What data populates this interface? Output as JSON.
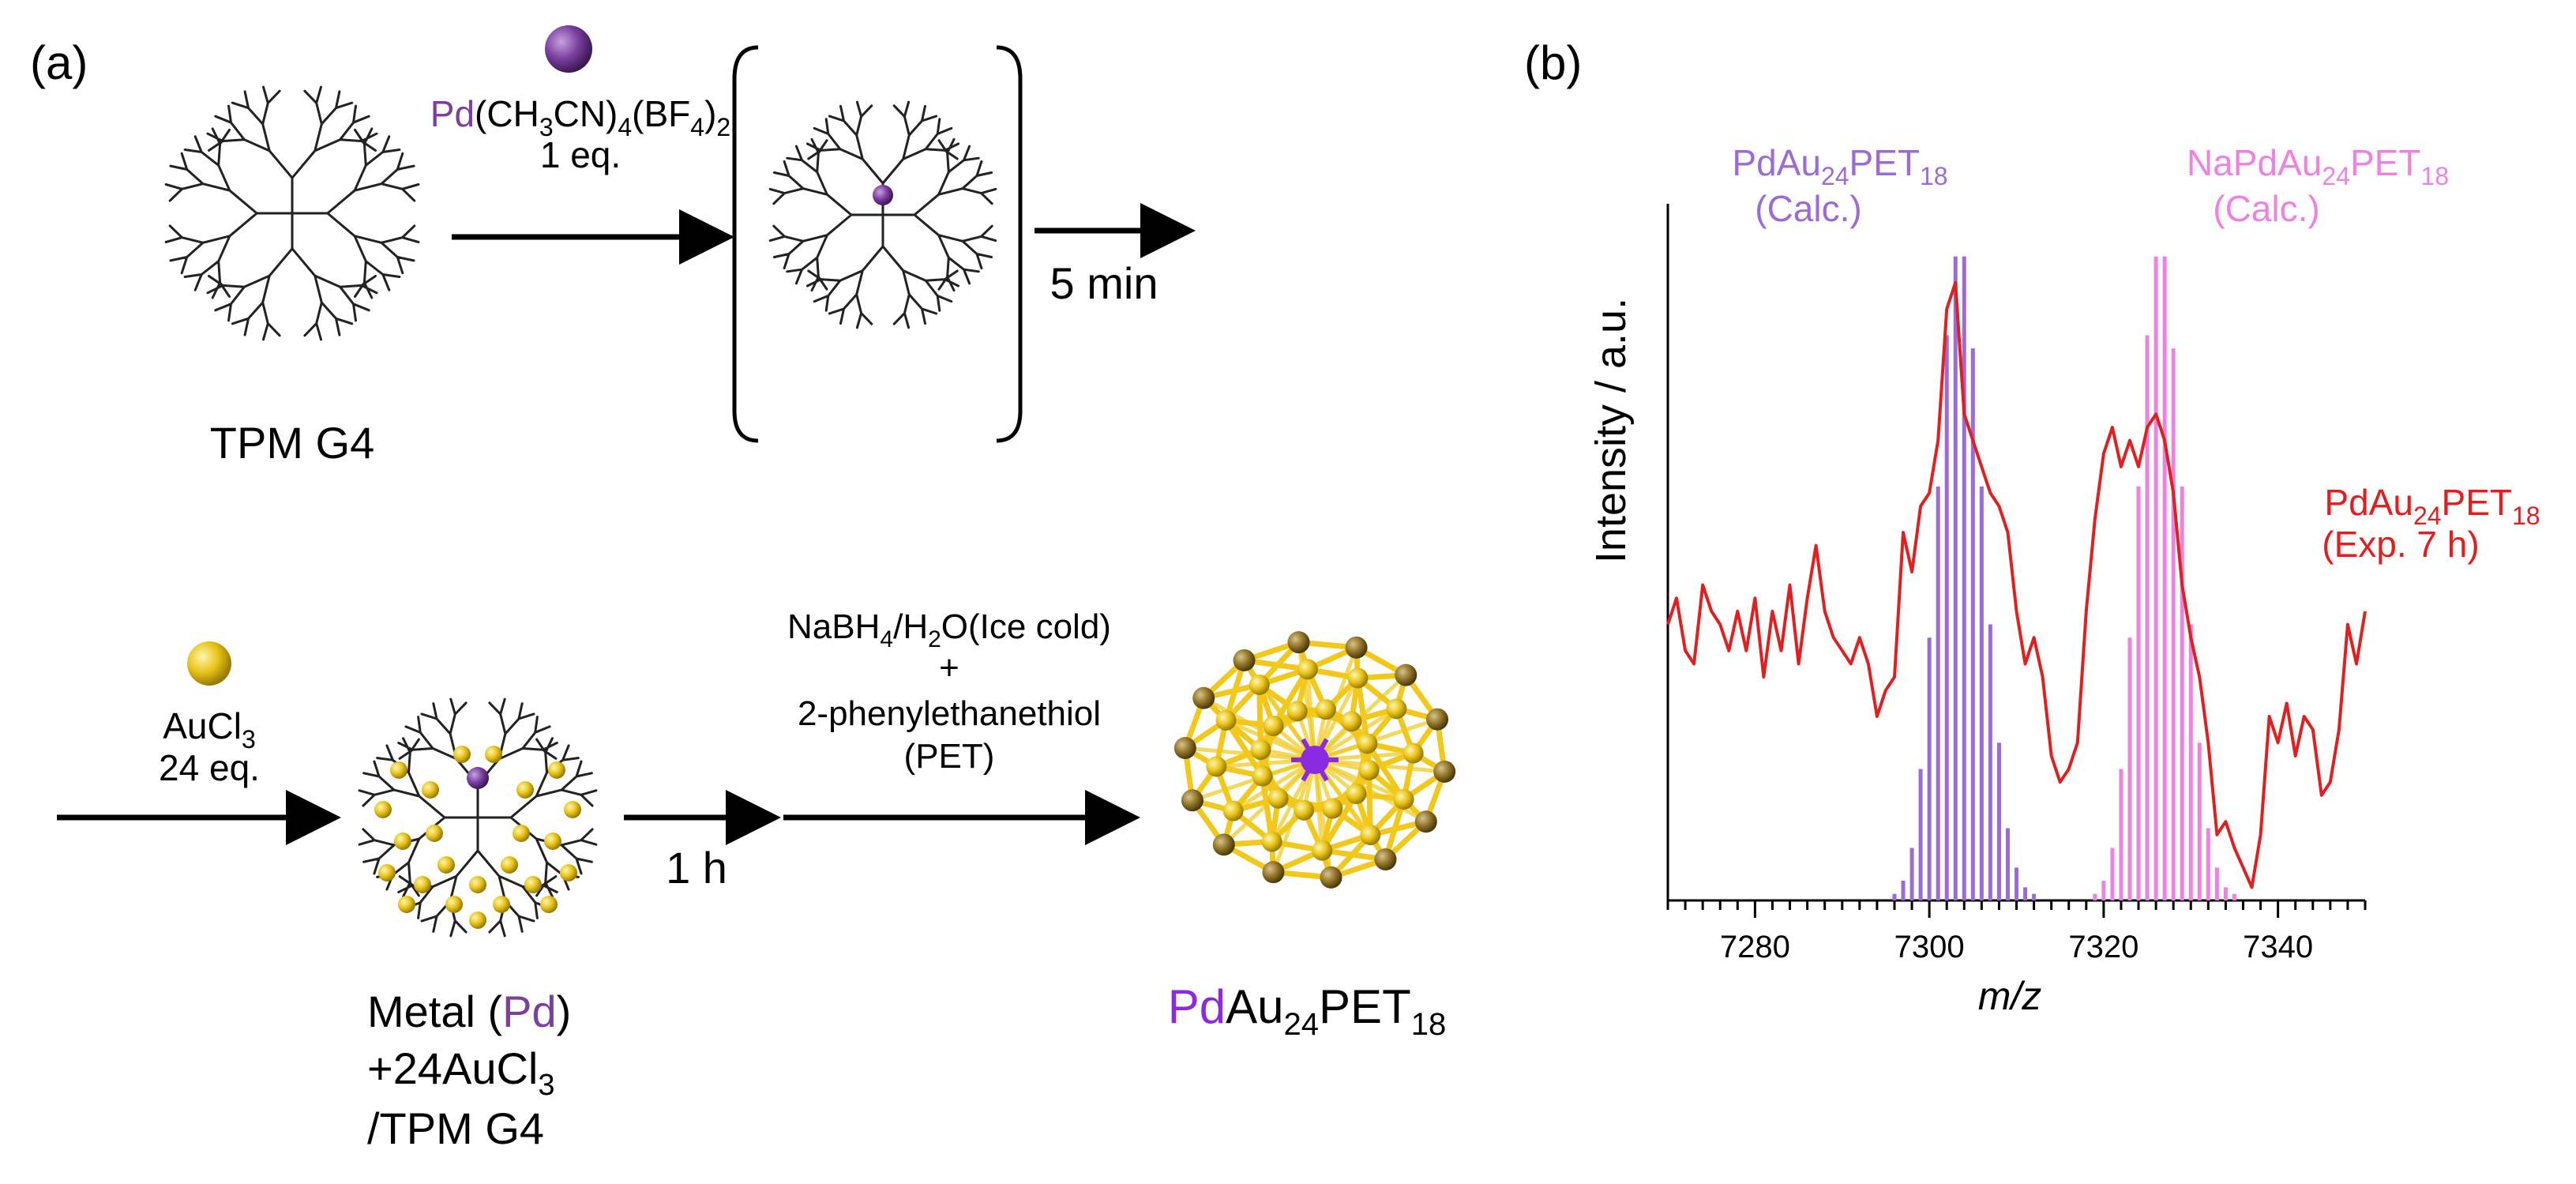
{
  "panel_a": {
    "label": "(a)",
    "reagent_top": {
      "metal": "Pd",
      "rest": "(CH",
      "sub1": "3",
      "mid": "CN)",
      "sub2": "4",
      "mid2": "(BF",
      "sub3": "4",
      "end": ")",
      "sub4": "2",
      "equiv": "1 eq."
    },
    "time_1": "5 min",
    "dendrimer_label": "TPM G4",
    "aucl3": {
      "main": "AuCl",
      "sub": "3",
      "equiv": "24 eq."
    },
    "time_2": "1 h",
    "reduction": {
      "line1_a": "NaBH",
      "line1_sub1": "4",
      "line1_b": "/H",
      "line1_sub2": "2",
      "line1_c": "O(Ice cold)",
      "plus": "+",
      "line3": "2-phenylethanethiol",
      "line4": "(PET)"
    },
    "complex_label": {
      "line1_a": "Metal (",
      "metal": "Pd",
      "line1_b": ")",
      "line2_a": "+24AuCl",
      "line2_sub": "3",
      "line3": "/TPM G4"
    },
    "product_label": {
      "metal": "Pd",
      "a": "Au",
      "sub1": "24",
      "b": "PET",
      "sub2": "18"
    }
  },
  "panel_b": {
    "label": "(b)",
    "ylabel": "Intensity / a.u.",
    "xlabel": "m/z",
    "legend_calc1": {
      "a": "PdAu",
      "sub1": "24",
      "b": "PET",
      "sub2": "18",
      "line2": "(Calc.)"
    },
    "legend_calc2": {
      "a": "NaPdAu",
      "sub1": "24",
      "b": "PET",
      "sub2": "18",
      "line2": "(Calc.)"
    },
    "legend_exp": {
      "a": "PdAu",
      "sub1": "24",
      "b": "PET",
      "sub2": "18",
      "line2": "(Exp. 7 h)"
    }
  },
  "colors": {
    "pd_purple": "#7b3fa0",
    "gold": "#e8c317",
    "calc1": "#9b6bd6",
    "calc2": "#ee82e0",
    "exp": "#e02020"
  },
  "chart_data": {
    "type": "line",
    "xlim": [
      7270,
      7350
    ],
    "x_ticks": [
      7280,
      7300,
      7320,
      7340
    ],
    "grid": false,
    "series": [
      {
        "name": "PdAu24PET18 (Calc.)",
        "kind": "stick",
        "x": [
          7296,
          7297,
          7298,
          7299,
          7300,
          7301,
          7302,
          7303,
          7304,
          7305,
          7306,
          7307,
          7308,
          7309,
          7310,
          7311,
          7312
        ],
        "values": [
          0.01,
          0.03,
          0.08,
          0.2,
          0.4,
          0.63,
          0.86,
          0.98,
          0.98,
          0.84,
          0.63,
          0.42,
          0.24,
          0.11,
          0.05,
          0.02,
          0.01
        ]
      },
      {
        "name": "NaPdAu24PET18 (Calc.)",
        "kind": "stick",
        "x": [
          7319,
          7320,
          7321,
          7322,
          7323,
          7324,
          7325,
          7326,
          7327,
          7328,
          7329,
          7330,
          7331,
          7332,
          7333,
          7334,
          7335
        ],
        "values": [
          0.01,
          0.03,
          0.08,
          0.2,
          0.4,
          0.63,
          0.86,
          0.98,
          0.98,
          0.84,
          0.63,
          0.42,
          0.24,
          0.11,
          0.05,
          0.02,
          0.01
        ]
      },
      {
        "name": "PdAu24PET18 (Exp. 7 h)",
        "kind": "line",
        "x": [
          7270,
          7271,
          7272,
          7273,
          7274,
          7275,
          7276,
          7277,
          7278,
          7279,
          7280,
          7281,
          7282,
          7283,
          7284,
          7285,
          7286,
          7287,
          7288,
          7289,
          7290,
          7291,
          7292,
          7293,
          7294,
          7295,
          7296,
          7297,
          7298,
          7299,
          7300,
          7301,
          7302,
          7303,
          7304,
          7305,
          7306,
          7307,
          7308,
          7309,
          7310,
          7311,
          7312,
          7313,
          7314,
          7315,
          7316,
          7317,
          7318,
          7319,
          7320,
          7321,
          7322,
          7323,
          7324,
          7325,
          7326,
          7327,
          7328,
          7329,
          7330,
          7331,
          7332,
          7333,
          7334,
          7335,
          7336,
          7337,
          7338,
          7339,
          7340,
          7341,
          7342,
          7343,
          7344,
          7345,
          7346,
          7347,
          7348,
          7349,
          7350
        ],
        "values": [
          0.42,
          0.46,
          0.38,
          0.36,
          0.48,
          0.44,
          0.42,
          0.38,
          0.44,
          0.38,
          0.46,
          0.34,
          0.44,
          0.38,
          0.48,
          0.36,
          0.46,
          0.54,
          0.44,
          0.4,
          0.38,
          0.36,
          0.4,
          0.36,
          0.28,
          0.32,
          0.34,
          0.56,
          0.5,
          0.6,
          0.62,
          0.7,
          0.9,
          0.94,
          0.74,
          0.7,
          0.66,
          0.62,
          0.6,
          0.56,
          0.44,
          0.36,
          0.4,
          0.34,
          0.22,
          0.18,
          0.2,
          0.24,
          0.44,
          0.58,
          0.68,
          0.72,
          0.66,
          0.7,
          0.66,
          0.72,
          0.74,
          0.7,
          0.62,
          0.48,
          0.4,
          0.34,
          0.24,
          0.1,
          0.12,
          0.08,
          0.05,
          0.02,
          0.1,
          0.28,
          0.24,
          0.3,
          0.22,
          0.28,
          0.26,
          0.16,
          0.18,
          0.26,
          0.42,
          0.36,
          0.44
        ]
      }
    ]
  }
}
